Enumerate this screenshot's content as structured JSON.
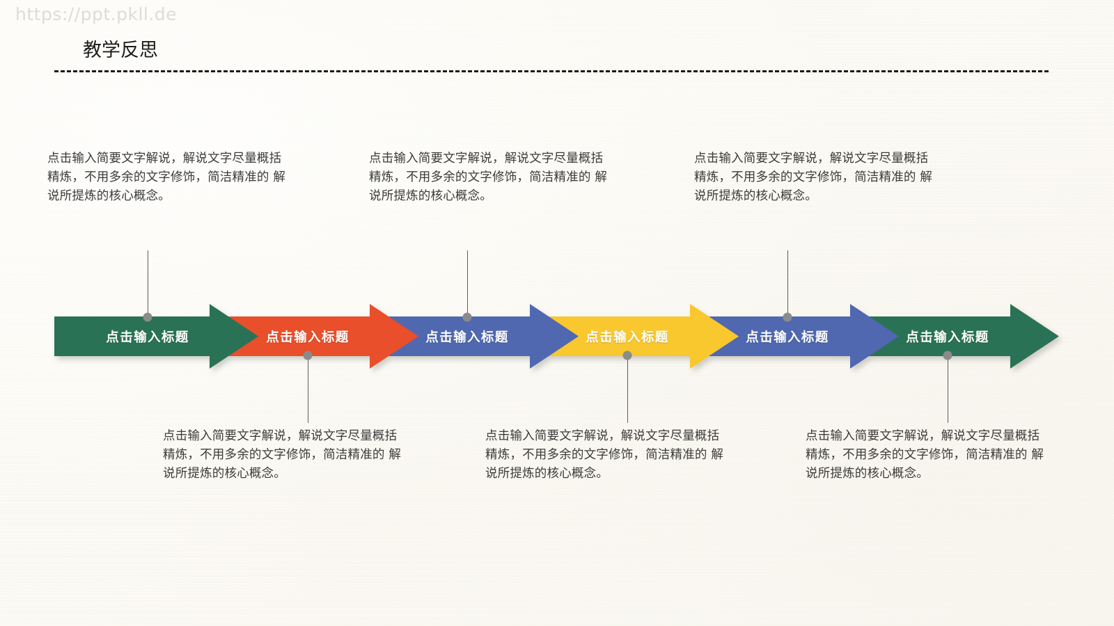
{
  "watermark": "https://ppt.pkll.de",
  "title": "教学反思",
  "body_text": "点击输入简要文字解说，解说文字尽量概括精炼，不用多余的文字修饰，简洁精准的 解说所提炼的核心概念。",
  "arrows": [
    {
      "label": "点击输入标题",
      "color": "#2b7254",
      "position": "top",
      "index": 1
    },
    {
      "label": "点击输入标题",
      "color": "#e8502a",
      "position": "bottom",
      "index": 2
    },
    {
      "label": "点击输入标题",
      "color": "#4f67b0",
      "position": "top",
      "index": 3
    },
    {
      "label": "点击输入标题",
      "color": "#f9c72e",
      "position": "bottom",
      "index": 4
    },
    {
      "label": "点击输入标题",
      "color": "#4f67b0",
      "position": "top",
      "index": 5
    },
    {
      "label": "点击输入标题",
      "color": "#2b7254",
      "position": "bottom",
      "index": 6
    }
  ],
  "descriptions": {
    "top": [
      "点击输入简要文字解说，解说文字尽量概括精炼，不用多余的文字修饰，简洁精准的 解说所提炼的核心概念。",
      "点击输入简要文字解说，解说文字尽量概括精炼，不用多余的文字修饰，简洁精准的 解说所提炼的核心概念。",
      "点击输入简要文字解说，解说文字尽量概括精炼，不用多余的文字修饰，简洁精准的 解说所提炼的核心概念。"
    ],
    "bottom": [
      "点击输入简要文字解说，解说文字尽量概括精炼，不用多余的文字修饰，简洁精准的 解说所提炼的核心概念。",
      "点击输入简要文字解说，解说文字尽量概括精炼，不用多余的文字修饰，简洁精准的 解说所提炼的核心概念。",
      "点击输入简要文字解说，解说文字尽量概括精炼，不用多余的文字修饰，简洁精准的 解说所提炼的核心概念。"
    ]
  },
  "colors": {
    "green": "#2b7254",
    "orange": "#e8502a",
    "blue": "#4f67b0",
    "yellow": "#f9c72e",
    "background": "#fbfaf4",
    "text": "#3b3b39",
    "connector": "#5d5d5b",
    "dot": "#8b8b89"
  }
}
